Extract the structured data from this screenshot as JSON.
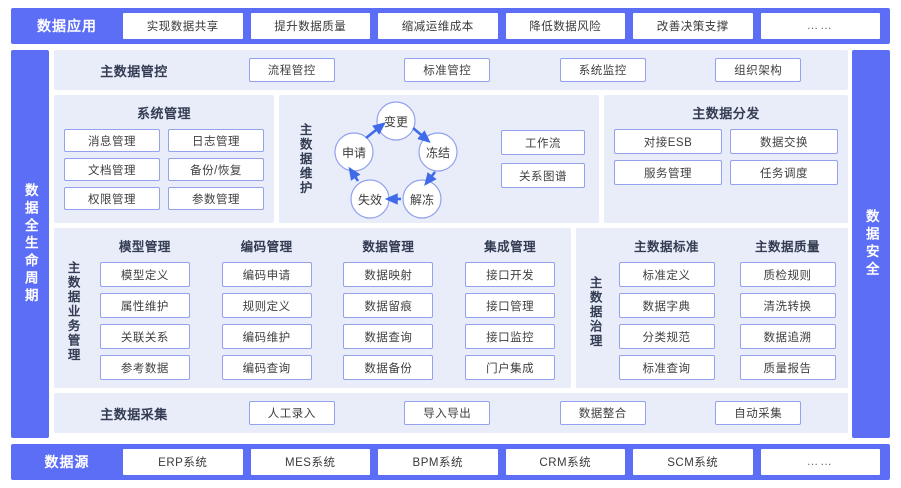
{
  "top_bar": {
    "title": "数据应用",
    "cells": [
      "实现数据共享",
      "提升数据质量",
      "缩减运维成本",
      "降低数据风险",
      "改善决策支撑",
      "……"
    ]
  },
  "bottom_bar": {
    "title": "数据源",
    "cells": [
      "ERP系统",
      "MES系统",
      "BPM系统",
      "CRM系统",
      "SCM系统",
      "……"
    ]
  },
  "left_sidebar": {
    "label": "数据全生命周期"
  },
  "right_sidebar": {
    "label": "数据安全"
  },
  "governance_row": {
    "label": "主数据管控",
    "items": [
      "流程管控",
      "标准管控",
      "系统监控",
      "组织架构"
    ]
  },
  "system_management": {
    "title": "系统管理",
    "items": [
      "消息管理",
      "日志管理",
      "文档管理",
      "备份/恢复",
      "权限管理",
      "参数管理"
    ]
  },
  "maintenance": {
    "label": "主数据维护",
    "cycle_nodes": [
      "变更",
      "冻结",
      "解冻",
      "失效",
      "申请"
    ],
    "side_items": [
      "工作流",
      "关系图谱"
    ]
  },
  "distribution": {
    "title": "主数据分发",
    "items": [
      "对接ESB",
      "数据交换",
      "服务管理",
      "任务调度"
    ]
  },
  "business_management": {
    "label": "主数据业务管理",
    "columns": [
      {
        "head": "模型管理",
        "items": [
          "模型定义",
          "属性维护",
          "关联关系",
          "参考数据"
        ]
      },
      {
        "head": "编码管理",
        "items": [
          "编码申请",
          "规则定义",
          "编码维护",
          "编码查询"
        ]
      },
      {
        "head": "数据管理",
        "items": [
          "数据映射",
          "数据留痕",
          "数据查询",
          "数据备份"
        ]
      },
      {
        "head": "集成管理",
        "items": [
          "接口开发",
          "接口管理",
          "接口监控",
          "门户集成"
        ]
      }
    ]
  },
  "data_governance": {
    "label": "主数据治理",
    "columns": [
      {
        "head": "主数据标准",
        "items": [
          "标准定义",
          "数据字典",
          "分类规范",
          "标准查询"
        ]
      },
      {
        "head": "主数据质量",
        "items": [
          "质检规则",
          "清洗转换",
          "数据追溯",
          "质量报告"
        ]
      }
    ]
  },
  "collection_row": {
    "label": "主数据采集",
    "items": [
      "人工录入",
      "导入导出",
      "数据整合",
      "自动采集"
    ]
  },
  "colors": {
    "accent_blue": "#5C6EF5",
    "panel_bg": "#E9EDFA",
    "box_border": "#93A1EE",
    "text_dark": "#333c52"
  }
}
